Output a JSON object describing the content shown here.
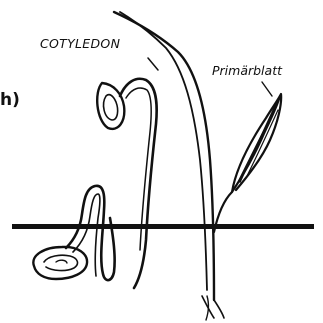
{
  "panel_label": "h)",
  "labels": {
    "cotyledon": "COTYLEDON",
    "primary_leaf": "Primärblatt"
  },
  "colors": {
    "ink": "#111111",
    "background": "#ffffff"
  }
}
